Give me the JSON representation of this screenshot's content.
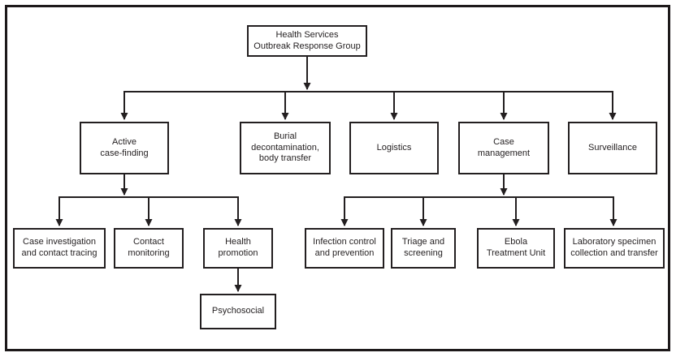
{
  "diagram": {
    "type": "org-chart",
    "root": {
      "label": "Health Services\nOutbreak Response Group"
    },
    "level2": [
      {
        "id": "active-case-finding",
        "label": "Active\ncase-finding"
      },
      {
        "id": "burial-decontamination-body-transfer",
        "label": "Burial\ndecontamination,\nbody transfer"
      },
      {
        "id": "logistics",
        "label": "Logistics"
      },
      {
        "id": "case-management",
        "label": "Case\nmanagement"
      },
      {
        "id": "surveillance",
        "label": "Surveillance"
      }
    ],
    "active_case_finding_children": [
      {
        "id": "case-investigation-and-contact-tracing",
        "label": "Case investigation\nand contact tracing"
      },
      {
        "id": "contact-monitoring",
        "label": "Contact\nmonitoring"
      },
      {
        "id": "health-promotion",
        "label": "Health\npromotion"
      }
    ],
    "case_management_children": [
      {
        "id": "infection-control-and-prevention",
        "label": "Infection control\nand prevention"
      },
      {
        "id": "triage-and-screening",
        "label": "Triage and\nscreening"
      },
      {
        "id": "ebola-treatment-unit",
        "label": "Ebola\nTreatment Unit"
      },
      {
        "id": "laboratory-specimen-collection-and-transfer",
        "label": "Laboratory specimen\ncollection and transfer"
      }
    ],
    "health_promotion_children": [
      {
        "id": "psychosocial",
        "label": "Psychosocial"
      }
    ],
    "colors": {
      "line": "#231f20",
      "box_border": "#231f20",
      "text": "#231f20",
      "background": "#ffffff"
    }
  }
}
